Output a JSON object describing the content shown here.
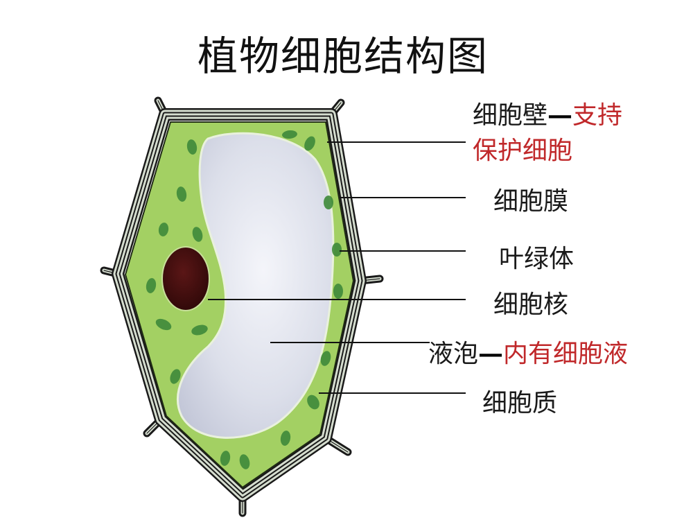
{
  "title": "植物细胞结构图",
  "colors": {
    "cytoplasm": "#9ccc5a",
    "cytoplasm_light": "#b5d97a",
    "chloroplast": "#3f8a3a",
    "nucleus": "#4a1010",
    "vacuole": "#e6e8f0",
    "wall_dark": "#1a1a1a",
    "wall_light": "#cfd8c8",
    "label_black": "#1a1a1a",
    "label_red": "#c0282a"
  },
  "labels": [
    {
      "id": "cell-wall",
      "name": "细胞壁",
      "separator": "—",
      "note": "支持",
      "note_line2": "保护细胞"
    },
    {
      "id": "cell-membrane",
      "name": "细胞膜"
    },
    {
      "id": "chloroplast",
      "name": "叶绿体"
    },
    {
      "id": "nucleus",
      "name": "细胞核"
    },
    {
      "id": "vacuole",
      "name": "液泡",
      "separator": "—",
      "note": "内有细胞液"
    },
    {
      "id": "cytoplasm",
      "name": "细胞质"
    }
  ]
}
